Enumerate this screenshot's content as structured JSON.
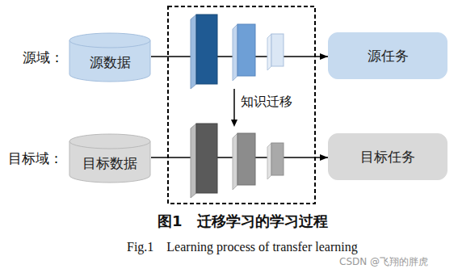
{
  "diagram": {
    "caption": "图1　迁移学习的学习过程",
    "nodes": [
      {
        "text": [
          "源数据"
        ]
      },
      {
        "text": [
          "源任务"
        ]
      },
      {
        "text": [
          "目标数据"
        ]
      },
      {
        "text": [
          "目标任务"
        ]
      }
    ],
    "edges": [
      {
        "from": 0,
        "to": 1,
        "arrow": "to"
      },
      {
        "from": 2,
        "to": 3,
        "arrow": "to"
      }
    ],
    "labels": [
      "源域：",
      "目标域：",
      "知识迁移",
      "Fig.1　Learning process of transfer learning",
      "CSDN @飞翔的胖虎"
    ]
  }
}
